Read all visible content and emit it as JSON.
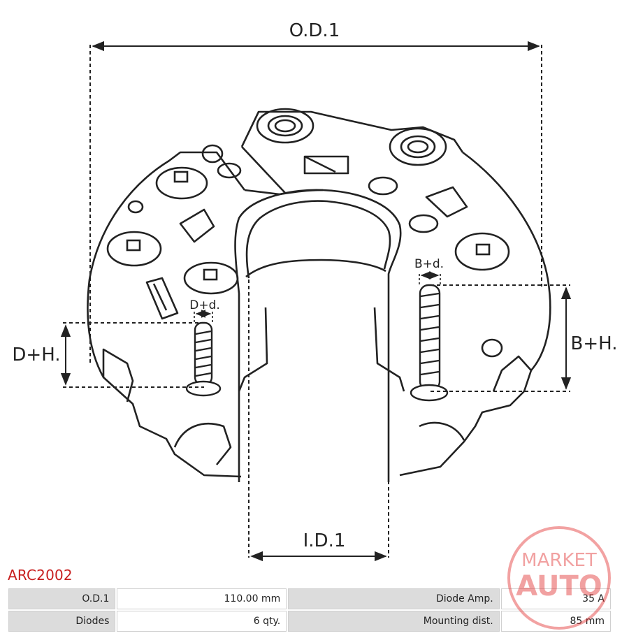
{
  "labels": {
    "od1": "O.D.1",
    "id1": "I.D.1",
    "dh": "D+H.",
    "bh": "B+H.",
    "dd": "D+d.",
    "bd": "B+d."
  },
  "part_code": "ARC2002",
  "watermark": {
    "line1": "MARKET",
    "line2": "AUTO"
  },
  "specs": [
    {
      "label": "O.D.1",
      "value": "110.00 mm",
      "label2": "Diode Amp.",
      "value2": "35 A"
    },
    {
      "label": "Diodes",
      "value": "6 qty.",
      "label2": "Mounting dist.",
      "value2": "85 mm"
    }
  ],
  "colors": {
    "part_code": "#c81f1f",
    "watermark": "#e23030",
    "label_bg": "#dcdcdc"
  }
}
